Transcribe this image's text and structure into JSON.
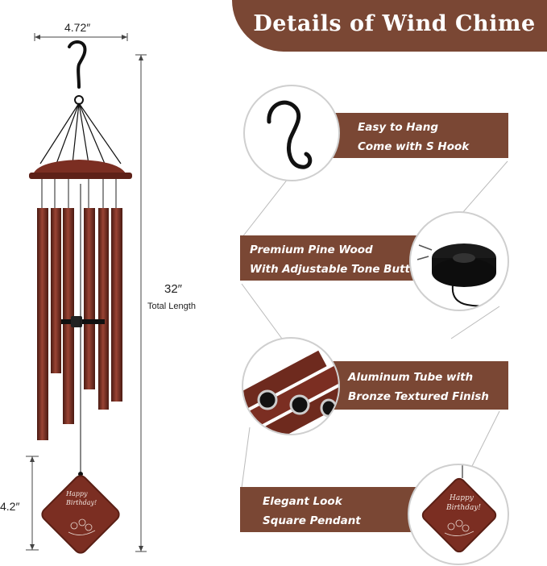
{
  "title": "Details of  Wind Chime",
  "dimensions": {
    "width": "4.72″",
    "length": "32″",
    "length_caption": "Total Length",
    "pendant": "4.2″"
  },
  "features": [
    {
      "line1": "Easy to Hang",
      "line2": "Come with S Hook"
    },
    {
      "line1": "Premium Pine Wood",
      "line2": "With Adjustable Tone Button"
    },
    {
      "line1": "Aluminum Tube with",
      "line2": "Bronze Textured Finish"
    },
    {
      "line1": "Elegant  Look",
      "line2": "Square Pendant"
    }
  ],
  "pendant_text": {
    "line1": "Happy",
    "line2": "Birthday!"
  },
  "colors": {
    "brand": "#7a4734",
    "tube": "#7b2e22",
    "hook": "#111111"
  }
}
